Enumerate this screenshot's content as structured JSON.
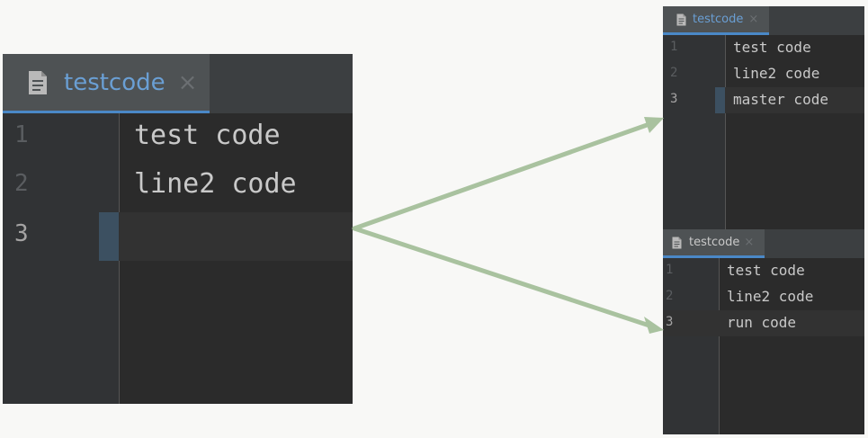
{
  "colors": {
    "editor_bg": "#2b2b2b",
    "tab_accent": "#4a88c7",
    "tab_label": "#6a9fd4",
    "arrow": "#a9c29f",
    "code_text": "#c9c9c9"
  },
  "icons": {
    "file": "document-icon",
    "close": "close-icon"
  },
  "editors": {
    "base": {
      "tab": {
        "label": "testcode",
        "close": "×"
      },
      "lines": [
        {
          "num": "1",
          "code": "test code"
        },
        {
          "num": "2",
          "code": "line2 code"
        },
        {
          "num": "3",
          "code": ""
        }
      ]
    },
    "master": {
      "tab": {
        "label": "testcode",
        "close": "×"
      },
      "lines": [
        {
          "num": "1",
          "code": "test code"
        },
        {
          "num": "2",
          "code": "line2 code"
        },
        {
          "num": "3",
          "code": "master code"
        }
      ]
    },
    "run": {
      "tab": {
        "label": "testcode",
        "close": "×"
      },
      "lines": [
        {
          "num": "1",
          "code": "test code"
        },
        {
          "num": "2",
          "code": "line2 code"
        },
        {
          "num": "3",
          "code": "run code"
        }
      ]
    }
  }
}
